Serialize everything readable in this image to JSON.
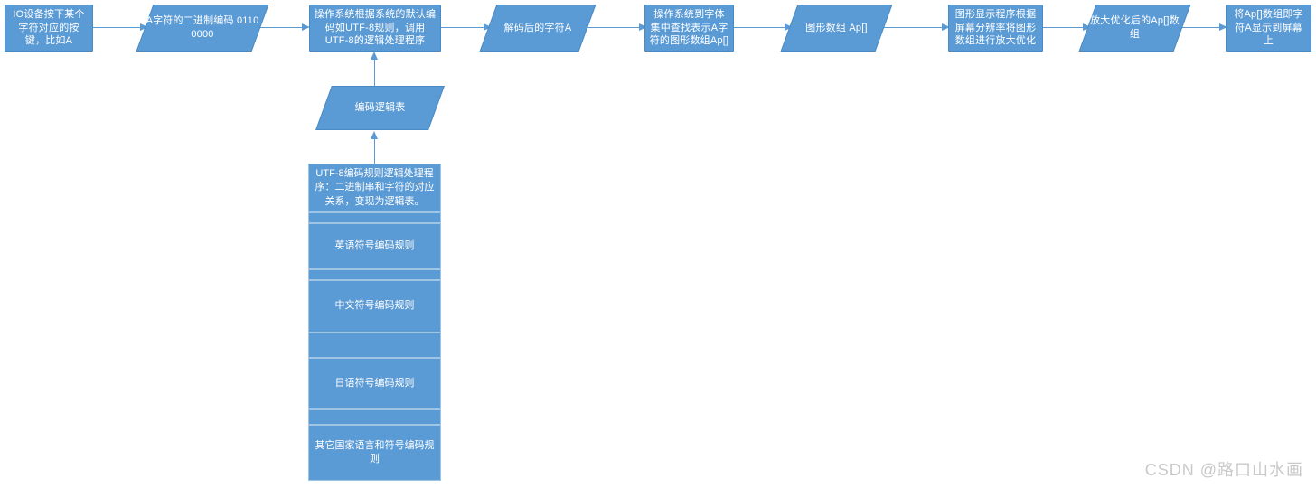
{
  "diagram": {
    "title": "字符编码与显示流程图",
    "accent_color": "#5B9BD5",
    "border_color": "#4a8ac4",
    "stack_border_color": "#9fc4e4",
    "text_color": "#ffffff",
    "background": "#ffffff"
  },
  "main_flow": [
    {
      "id": "n1",
      "shape": "process",
      "label": "IO设备按下某个字符对应的按键，比如A"
    },
    {
      "id": "n2",
      "shape": "data",
      "label": "A字符的二进制编码 0110 0000"
    },
    {
      "id": "n3",
      "shape": "process",
      "label": "操作系统根据系统的默认编码如UTF-8规则，调用UTF-8的逻辑处理程序"
    },
    {
      "id": "n4",
      "shape": "data",
      "label": "解码后的字符A"
    },
    {
      "id": "n5",
      "shape": "process",
      "label": "操作系统到字体集中查找表示A字符的图形数组Ap[]"
    },
    {
      "id": "n6",
      "shape": "data",
      "label": "图形数组 Ap[]"
    },
    {
      "id": "n7",
      "shape": "process",
      "label": "图形显示程序根据屏幕分辨率将图形数组进行放大优化"
    },
    {
      "id": "n8",
      "shape": "data",
      "label": "放大优化后的Ap[]数组"
    },
    {
      "id": "n9",
      "shape": "process",
      "label": "将Ap[]数组即字符A显示到屏幕上"
    }
  ],
  "branch": {
    "logic_table": {
      "id": "b1",
      "shape": "data",
      "label": "编码逻辑表"
    },
    "stack_header": {
      "id": "b2",
      "label": "UTF-8编码规则逻辑处理程序：二进制串和字符的对应关系，变现为逻辑表。"
    },
    "stack_items": [
      {
        "id": "s1",
        "label": "",
        "kind": "spacer"
      },
      {
        "id": "s2",
        "label": "英语符号编码规则",
        "kind": "rule"
      },
      {
        "id": "s3",
        "label": "",
        "kind": "spacer"
      },
      {
        "id": "s4",
        "label": "中文符号编码规则",
        "kind": "rule"
      },
      {
        "id": "s5",
        "label": "",
        "kind": "spacer"
      },
      {
        "id": "s6",
        "label": "日语符号编码规则",
        "kind": "rule"
      },
      {
        "id": "s7",
        "label": "",
        "kind": "spacer"
      },
      {
        "id": "s8",
        "label": "其它国家语言和符号编码规则",
        "kind": "rule"
      }
    ]
  },
  "watermark": {
    "text": "CSDN @路口山水画"
  }
}
